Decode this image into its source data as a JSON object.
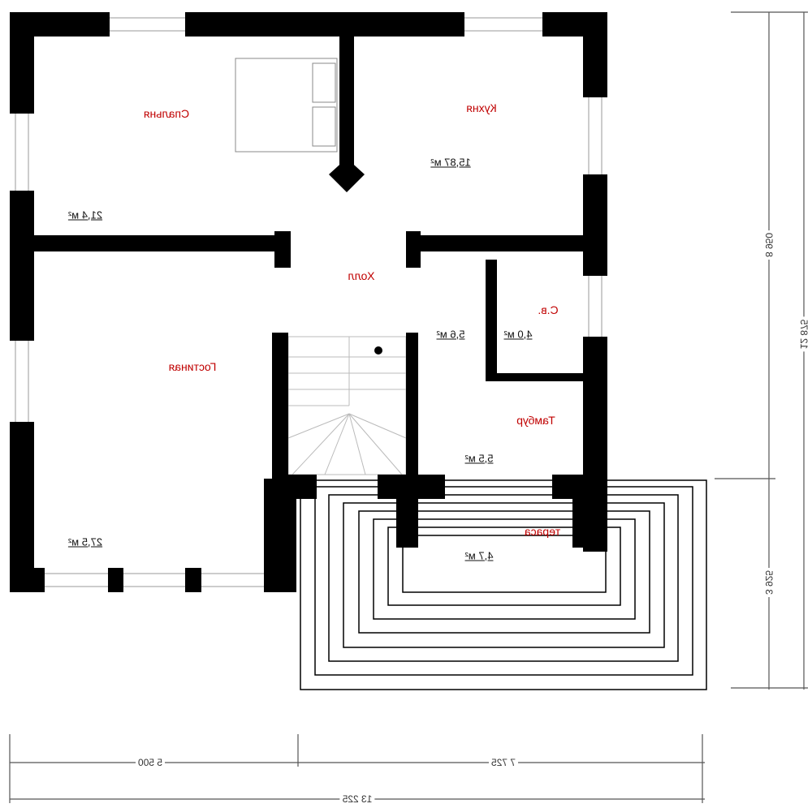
{
  "rooms": [
    {
      "name": "Спальня",
      "area": "21,4 м²"
    },
    {
      "name": "Кухня",
      "area": "15,87 м²"
    },
    {
      "name": "Холл",
      "area": "5,6 м²"
    },
    {
      "name": "С.в.",
      "area": "4,0 м²"
    },
    {
      "name": "Гостиная",
      "area": "27,5 м²"
    },
    {
      "name": "Тамбур",
      "area": "5,5 м²"
    },
    {
      "name": "тераса",
      "area": "4,7 м²"
    }
  ],
  "dimensions": {
    "bottom": [
      "5 500",
      "7 725",
      "13 225"
    ],
    "right": [
      "8 950",
      "3 925",
      "12 875"
    ]
  },
  "colors": {
    "wall": "#000000",
    "room_label": "#c00000"
  }
}
